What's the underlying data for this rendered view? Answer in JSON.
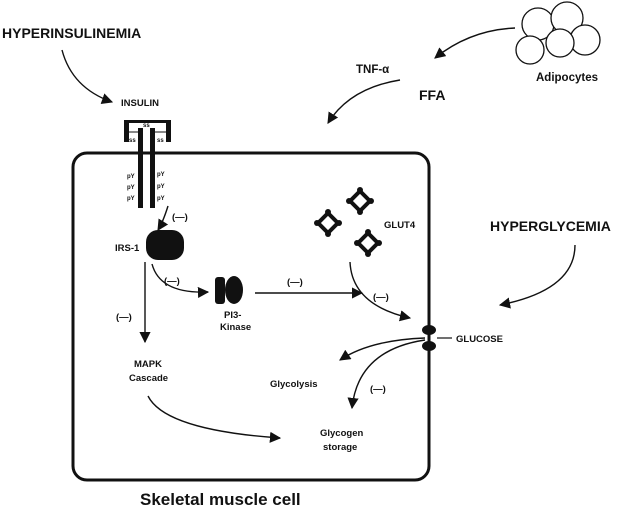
{
  "labels": {
    "hyperinsulinemia": "HYPERINSULINEMIA",
    "insulin": "INSULIN",
    "tnf_alpha": "TNF-α",
    "ffa": "FFA",
    "adipocytes": "Adipocytes",
    "irs1": "IRS-1",
    "pi3_line1": "PI3-",
    "pi3_line2": "Kinase",
    "glut4": "GLUT4",
    "hyperglycemia": "HYPERGLYCEMIA",
    "glucose": "GLUCOSE",
    "mapk_line1": "MAPK",
    "mapk_line2": "Cascade",
    "glycolysis": "Glycolysis",
    "glycogen_line1": "Glycogen",
    "glycogen_line2": "storage",
    "cell_title": "Skeletal muscle cell",
    "ss": "ss",
    "py": "pY"
  },
  "inhibition_markers": [
    "(—)",
    "(—)",
    "(—)",
    "(—)",
    "(—)",
    "(—)"
  ]
}
